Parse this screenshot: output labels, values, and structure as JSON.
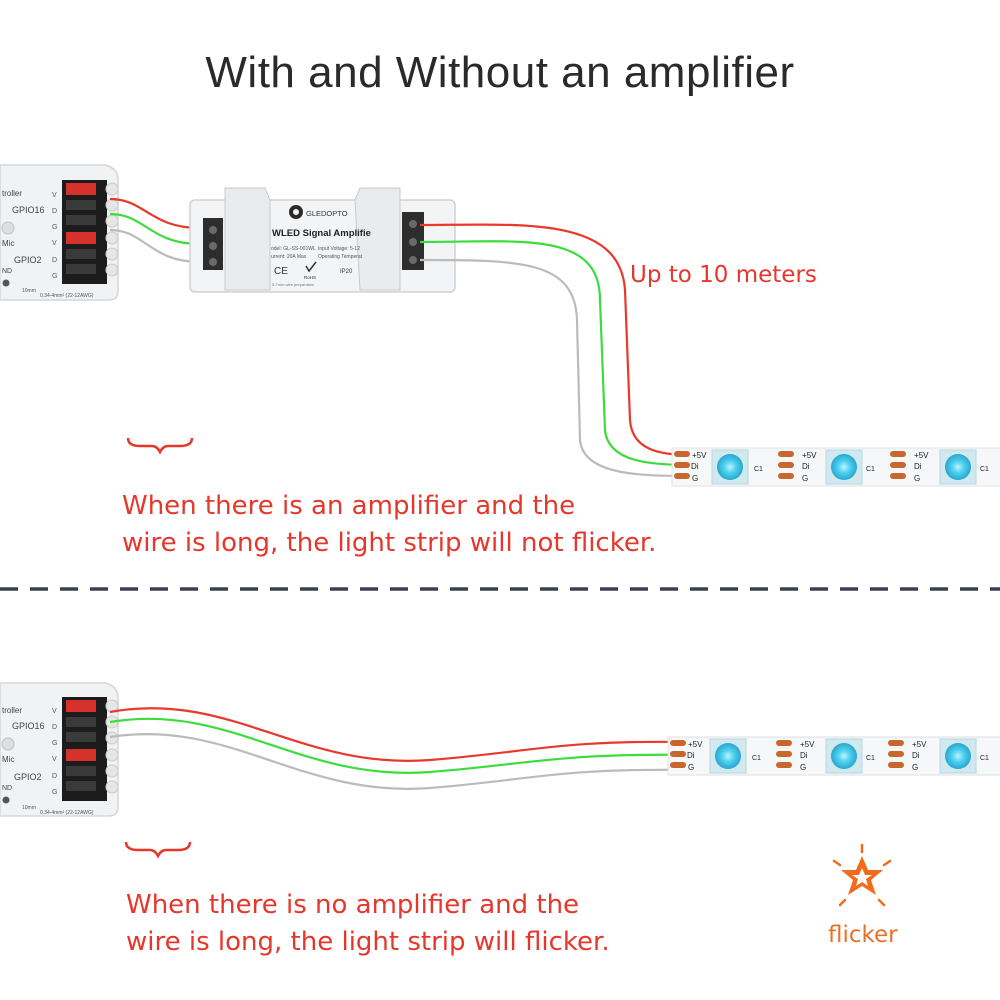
{
  "title": "With and Without an amplifier",
  "distance_label": "Up to 10 meters",
  "with_amplifier": {
    "caption_line1": "When there is an amplifier and the",
    "caption_line2": "wire is long, the light strip will not flicker."
  },
  "without_amplifier": {
    "caption_line1": "When there is no amplifier and the",
    "caption_line2": "wire is long, the light strip will flicker."
  },
  "flicker_label": "flicker",
  "controller": {
    "name": "troller",
    "gpio16": "GPIO16",
    "gpio2": "GPIO2",
    "mic": "Mic",
    "gnd": "ND",
    "pin_v": "V",
    "pin_d": "D",
    "pin_g": "G",
    "scale": "10mm",
    "wire_spec": "0.34-4mm² (22-12AWG)"
  },
  "amplifier": {
    "brand": "GLEDOPTO",
    "product": "WLED Signal Amplifie",
    "model": "odel: GL-SS-001WL",
    "input": "Input Voltage: 5-12",
    "current": "urrent: 20A Max",
    "temp": "Operating Temperat",
    "ce": "CE",
    "rohs": "RoHS",
    "ip": "IP20",
    "strip_note": "5-7mm wire preparation"
  },
  "strip": {
    "pin_5v": "+5V",
    "pin_di": "Di",
    "pin_g": "G",
    "cap_label": "C1"
  },
  "colors": {
    "wire_red": "#e8392b",
    "wire_green": "#3ddc3d",
    "wire_gray": "#bbbbbb",
    "led_blue": "#4fd2f0",
    "accent_red": "#e5372b",
    "flicker_orange": "#f26a1b",
    "divider": "#3b4151"
  }
}
